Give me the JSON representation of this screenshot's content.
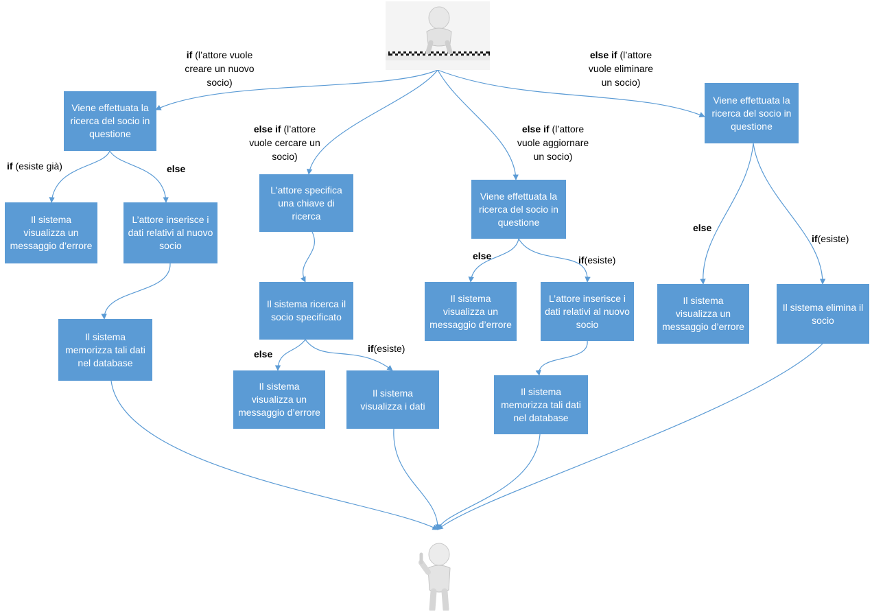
{
  "diagram": {
    "boxes": {
      "b1": "Viene effettuata la ricerca del socio in questione",
      "b2": "Il sistema visualizza un messaggio d’errore",
      "b3": "L’attore inserisce i dati relativi al nuovo socio",
      "b4": "Il sistema memorizza tali dati nel database",
      "b5": "L'attore specifica una chiave di ricerca",
      "b6": "Il sistema ricerca il socio specificato",
      "b7": "Il sistema visualizza un messaggio d’errore",
      "b8": "Il sistema visualizza i dati",
      "b9": "Viene effettuata la ricerca del socio in questione",
      "b10": "Il sistema visualizza un messaggio d’errore",
      "b11": "L’attore inserisce i dati relativi al nuovo socio",
      "b12": "Il sistema memorizza tali dati nel database",
      "b13": "Viene effettuata la ricerca del socio in questione",
      "b14": "Il sistema visualizza un messaggio d’errore",
      "b15": "Il sistema elimina il socio"
    },
    "labels": {
      "l_create": {
        "kw": "if",
        "text": " (l’attore vuole",
        "line2": "creare un nuovo",
        "line3": "socio)"
      },
      "l_search": {
        "kw": "else if",
        "text": " (l’attore",
        "line2": "vuole cercare un",
        "line3": "socio)"
      },
      "l_update": {
        "kw": "else if",
        "text": " (l’attore",
        "line2": "vuole aggiornare",
        "line3": "un socio)"
      },
      "l_delete": {
        "kw": "else if",
        "text": " (l’attore",
        "line2": "vuole eliminare",
        "line3": "un socio)"
      },
      "l_b1_if": {
        "kw": "if",
        "text": " (esiste già)"
      },
      "l_b1_else": {
        "kw": "else",
        "text": ""
      },
      "l_b6_else": {
        "kw": "else",
        "text": ""
      },
      "l_b6_if": {
        "kw": "if",
        "text": "(esiste)"
      },
      "l_b9_else": {
        "kw": "else",
        "text": ""
      },
      "l_b9_if": {
        "kw": "if",
        "text": "(esiste)"
      },
      "l_b13_else": {
        "kw": "else",
        "text": ""
      },
      "l_b13_if": {
        "kw": "if",
        "text": "(esiste)"
      }
    },
    "colors": {
      "box": "#5b9bd5",
      "edge": "#5b9bd5",
      "text": "#ffffff"
    },
    "icons": {
      "start": "person-at-starting-line-icon",
      "end": "person-thumbs-up-icon"
    }
  }
}
